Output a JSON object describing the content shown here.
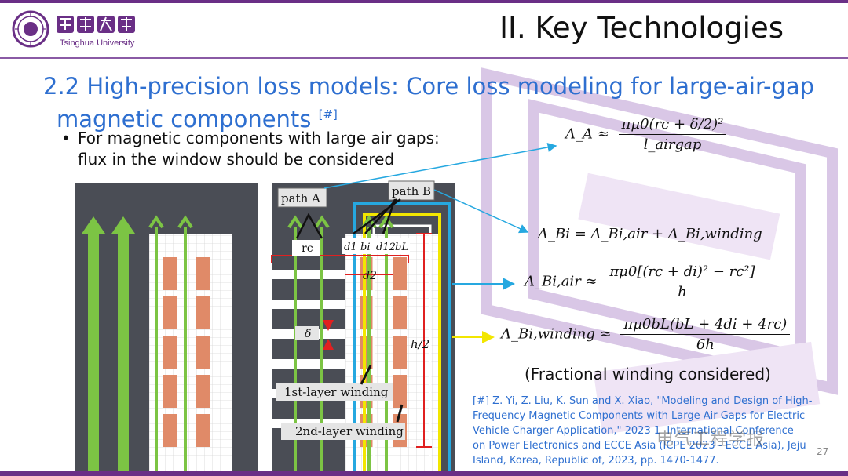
{
  "header": {
    "university_name": "Tsinghua University",
    "slide_title": "II. Key Technologies"
  },
  "subtitle": {
    "line1": "2.2 High-precision loss models: Core loss modeling for large-air-gap",
    "line2": "magnetic components",
    "ref_mark": "[#]"
  },
  "bullet": {
    "symbol": "•",
    "line1": "For magnetic components with large air gaps:",
    "line2": "flux in the window should be considered"
  },
  "diagram": {
    "path_a": "path A",
    "path_b": "path B",
    "rc": "rc",
    "d1": "d1",
    "bi": "bi",
    "d12": "d12",
    "bl": "bL",
    "d2": "d2",
    "delta": "δ",
    "half_h": "h/2",
    "layer1": "1st-layer winding",
    "layer2": "2nd-layer winding"
  },
  "formulas": {
    "lambda_a": {
      "lhs": "Λ_A ≈",
      "num": "πμ0(rc + δ/2)²",
      "den": "l_airgap"
    },
    "lambda_bi": "Λ_Bi = Λ_Bi,air + Λ_Bi,winding",
    "lambda_bi_air": {
      "lhs": "Λ_Bi,air ≈",
      "num": "πμ0[(rc + di)² − rc²]",
      "den": "h"
    },
    "lambda_bi_winding": {
      "lhs": "Λ_Bi,winding ≈",
      "num": "πμ0bL(bL + 4di + 4rc)",
      "den": "6h"
    }
  },
  "note": "(Fractional winding considered)",
  "reference": {
    "l1": "[#] Z. Yi, Z. Liu, K. Sun and X. Xiao, \"Modeling and Design of High-",
    "l2": "Frequency Magnetic Components with Large Air Gaps for Electric",
    "l3": "Vehicle Charger Application,\" 2023 1  International Conference",
    "l4": "on Power Electronics and ECCE Asia (ICPE 2023 - ECCE Asia), Jeju",
    "l5": "Island, Korea, Republic of, 2023, pp. 1470-1477."
  },
  "watermark": "电气工程学报",
  "page_number": "27",
  "colors": {
    "title_blue": "#2e6fd0",
    "brand_purple": "#6a2f86",
    "core_gray": "#4a4d55",
    "flux_green": "#7cc444",
    "winding_orange": "#e08a68",
    "path_blue": "#26a8e0",
    "path_yellow": "#f2e600",
    "dim_red": "#e02020"
  }
}
